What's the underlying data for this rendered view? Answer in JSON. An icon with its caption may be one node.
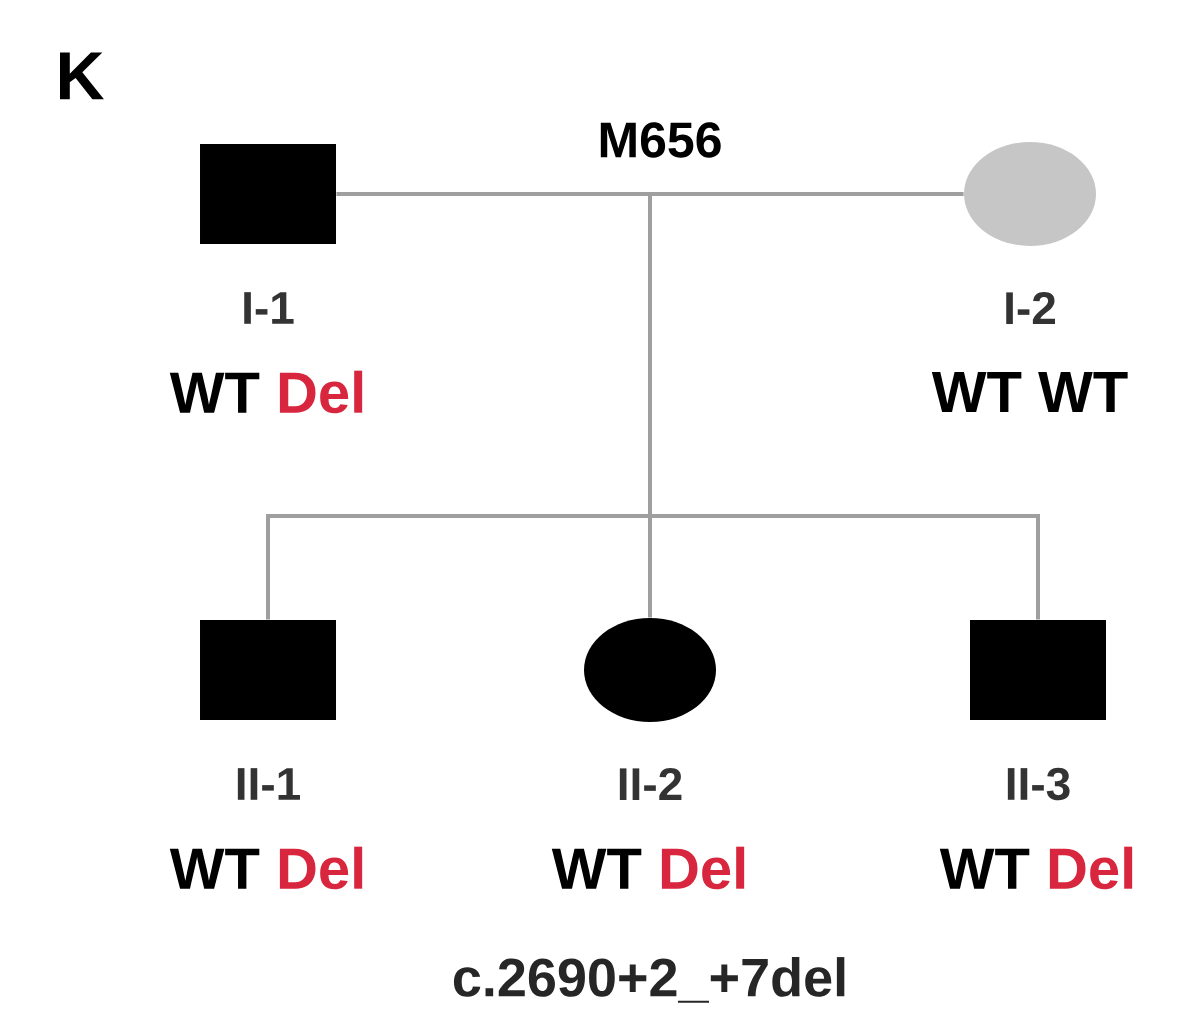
{
  "diagram": {
    "caption": "c.2690+2_+7del",
    "nodes": [
      {
        "text": [],
        "shape": "box",
        "beside": [
          "I-1",
          "WT",
          "Del"
        ]
      },
      {
        "text": [],
        "shape": "circle",
        "beside": [
          "I-2",
          "WT",
          "WT"
        ]
      },
      {
        "text": [],
        "shape": "box",
        "beside": [
          "II-1",
          "WT",
          "Del"
        ]
      },
      {
        "text": [],
        "shape": "circle",
        "beside": [
          "II-2",
          "WT",
          "Del"
        ]
      },
      {
        "text": [],
        "shape": "box",
        "beside": [
          "II-3",
          "WT",
          "Del"
        ]
      }
    ],
    "edges": [
      {
        "from": 0,
        "to": 1,
        "arrow": "none"
      },
      {
        "from": null,
        "to": 2,
        "arrow": "none"
      },
      {
        "from": null,
        "to": 3,
        "arrow": "none"
      },
      {
        "from": null,
        "to": 4,
        "arrow": "none"
      }
    ],
    "labels": [
      "K",
      "M656"
    ]
  }
}
